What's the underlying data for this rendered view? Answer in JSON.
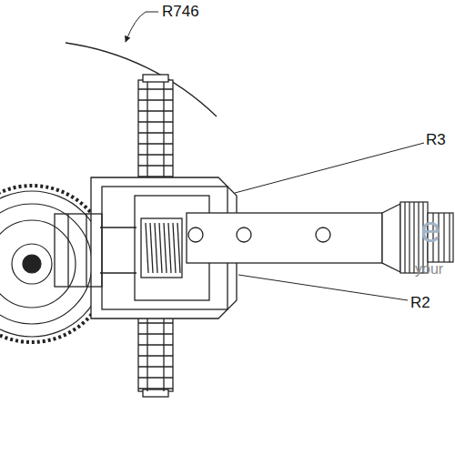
{
  "diagram": {
    "labels": [
      "R746",
      "R3",
      "R2",
      "e",
      "your"
    ]
  }
}
